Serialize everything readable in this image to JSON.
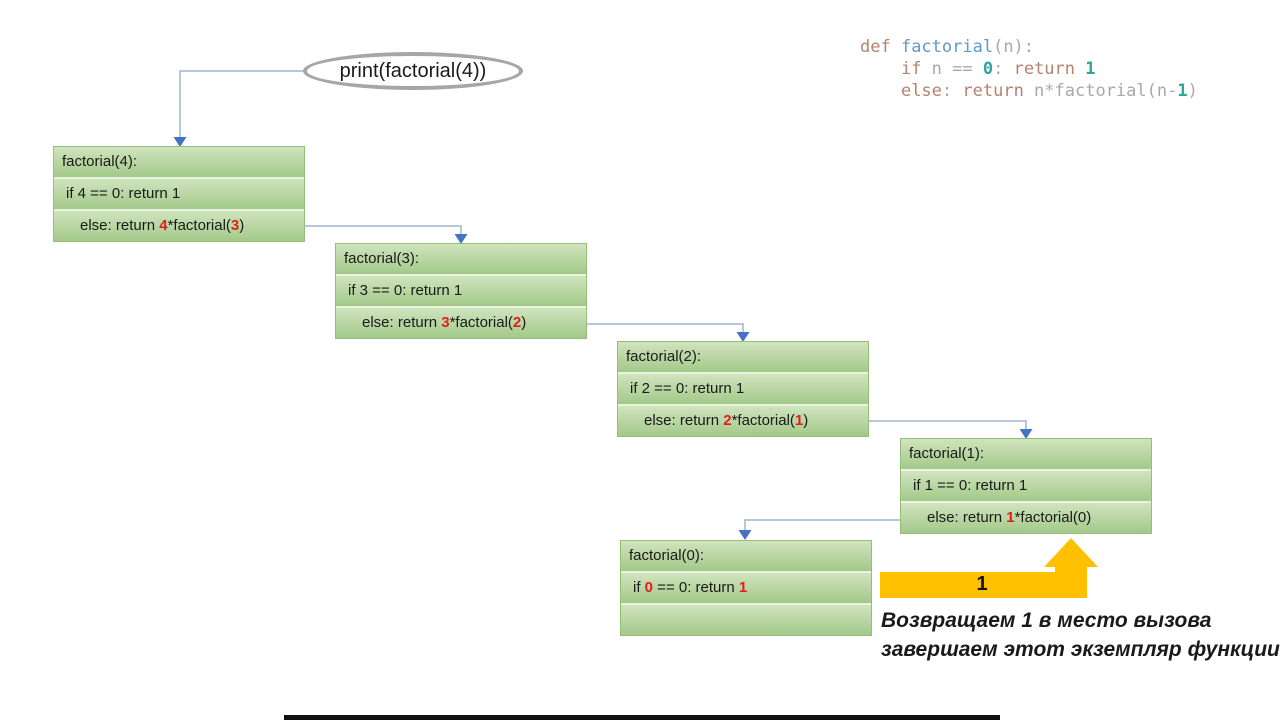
{
  "oval": {
    "label": "print(factorial(4))"
  },
  "code_snippet": {
    "lines": [
      {
        "tokens": [
          {
            "t": "def ",
            "c": "kw"
          },
          {
            "t": "factorial",
            "c": "fn"
          },
          {
            "t": "(n):",
            "c": "pl"
          }
        ]
      },
      {
        "tokens": [
          {
            "t": "    ",
            "c": "pl"
          },
          {
            "t": "if",
            "c": "kw"
          },
          {
            "t": " n == ",
            "c": "pl"
          },
          {
            "t": "0",
            "c": "num"
          },
          {
            "t": ": ",
            "c": "pl"
          },
          {
            "t": "return",
            "c": "kw"
          },
          {
            "t": " ",
            "c": "pl"
          },
          {
            "t": "1",
            "c": "num"
          }
        ]
      },
      {
        "tokens": [
          {
            "t": "    ",
            "c": "pl"
          },
          {
            "t": "else",
            "c": "kw"
          },
          {
            "t": ": ",
            "c": "pl"
          },
          {
            "t": "return",
            "c": "kw"
          },
          {
            "t": " n*factorial(n-",
            "c": "pl"
          },
          {
            "t": "1",
            "c": "num"
          },
          {
            "t": ")",
            "c": "pl"
          }
        ]
      }
    ]
  },
  "frames": [
    {
      "title": "factorial(4):",
      "if_tokens": [
        {
          "t": "if 4 == 0: return 1",
          "c": "k"
        }
      ],
      "else_tokens": [
        {
          "t": "else: return ",
          "c": "k"
        },
        {
          "t": "4",
          "c": "r"
        },
        {
          "t": "*factorial(",
          "c": "k"
        },
        {
          "t": "3",
          "c": "r"
        },
        {
          "t": ")",
          "c": "k"
        }
      ]
    },
    {
      "title": "factorial(3):",
      "if_tokens": [
        {
          "t": "if 3 == 0: return 1",
          "c": "k"
        }
      ],
      "else_tokens": [
        {
          "t": "else: return ",
          "c": "k"
        },
        {
          "t": "3",
          "c": "r"
        },
        {
          "t": "*factorial(",
          "c": "k"
        },
        {
          "t": "2",
          "c": "r"
        },
        {
          "t": ")",
          "c": "k"
        }
      ]
    },
    {
      "title": "factorial(2):",
      "if_tokens": [
        {
          "t": "if 2 == 0: return 1",
          "c": "k"
        }
      ],
      "else_tokens": [
        {
          "t": "else: return ",
          "c": "k"
        },
        {
          "t": "2",
          "c": "r"
        },
        {
          "t": "*factorial(",
          "c": "k"
        },
        {
          "t": "1",
          "c": "r"
        },
        {
          "t": ")",
          "c": "k"
        }
      ]
    },
    {
      "title": "factorial(1):",
      "if_tokens": [
        {
          "t": "if 1 == 0: return 1",
          "c": "k"
        }
      ],
      "else_tokens": [
        {
          "t": "else: return ",
          "c": "k"
        },
        {
          "t": "1",
          "c": "r"
        },
        {
          "t": "*factorial(0)",
          "c": "k"
        }
      ]
    },
    {
      "title": "factorial(0):",
      "if_tokens": [
        {
          "t": "if ",
          "c": "k"
        },
        {
          "t": "0",
          "c": "r"
        },
        {
          "t": " == 0: return ",
          "c": "k"
        },
        {
          "t": "1",
          "c": "r"
        }
      ],
      "else_tokens": []
    }
  ],
  "return_arrow": {
    "value": "1"
  },
  "caption": {
    "line1": "Возвращаем 1 в место вызова",
    "line2": "завершаем этот экземпляр функции"
  },
  "colors": {
    "frame_green_top": "#d0e4be",
    "frame_green_bottom": "#a3c989",
    "frame_border": "#94bf78",
    "highlight_red": "#e01e1e",
    "connector_line": "#9fb5cd",
    "arrowhead_blue": "#4472c4",
    "return_arrow_yellow": "#ffc000",
    "oval_border_gray": "#a6a6a6",
    "code_keyword": "#b5826e",
    "code_function": "#5e9bc8",
    "code_number": "#2fa5a0",
    "code_plain": "#a8a8a8"
  }
}
